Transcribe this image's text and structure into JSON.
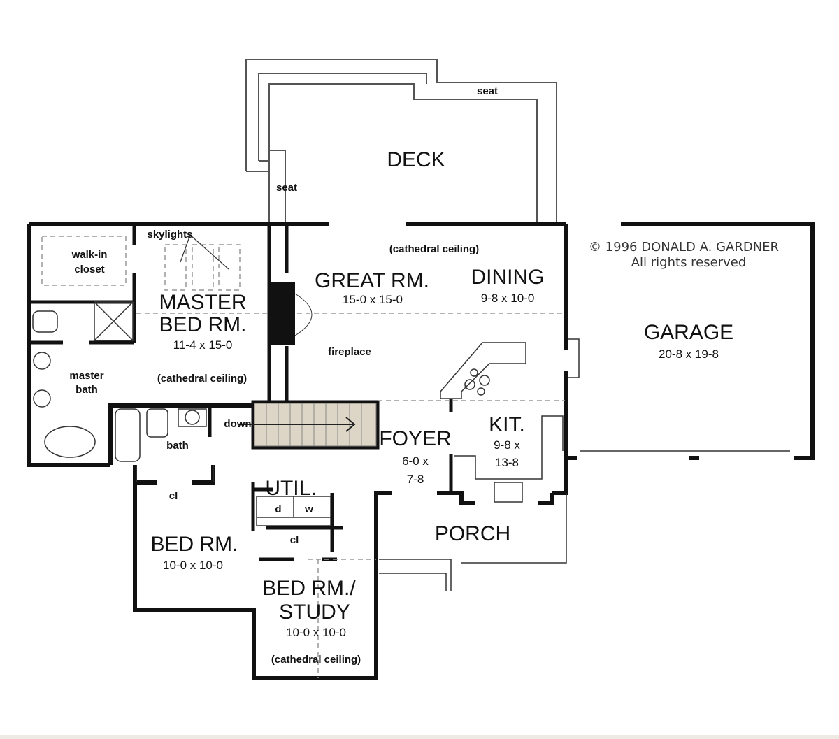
{
  "copyright": {
    "line1": "© 1996 DONALD A. GARDNER",
    "line2": "All rights reserved"
  },
  "rooms": {
    "deck": {
      "name": "DECK",
      "seat1": "seat",
      "seat2": "seat"
    },
    "master": {
      "name1": "MASTER",
      "name2": "BED RM.",
      "dims": "11-4 x 15-0",
      "note": "(cathedral ceiling)",
      "skylights": "skylights"
    },
    "closet": {
      "name1": "walk-in",
      "name2": "closet"
    },
    "master_bath": {
      "name1": "master",
      "name2": "bath"
    },
    "bath": {
      "name": "bath"
    },
    "great": {
      "name": "GREAT RM.",
      "dims": "15-0 x 15-0",
      "note": "(cathedral ceiling)",
      "fireplace": "fireplace"
    },
    "dining": {
      "name": "DINING",
      "dims": "9-8 x 10-0"
    },
    "garage": {
      "name": "GARAGE",
      "dims": "20-8 x 19-8"
    },
    "stairs": {
      "label": "down"
    },
    "foyer": {
      "name": "FOYER",
      "dims1": "6-0 x",
      "dims2": "7-8"
    },
    "kitchen": {
      "name": "KIT.",
      "dims1": "9-8 x",
      "dims2": "13-8"
    },
    "util": {
      "name": "UTIL.",
      "dryer": "d",
      "washer": "w"
    },
    "porch": {
      "name": "PORCH"
    },
    "bed1": {
      "name": "BED RM.",
      "dims": "10-0 x 10-0",
      "closet": "cl"
    },
    "bed2": {
      "name1": "BED RM./",
      "name2": "STUDY",
      "dims": "10-0 x 10-0",
      "note": "(cathedral ceiling)",
      "closet": "cl"
    }
  }
}
